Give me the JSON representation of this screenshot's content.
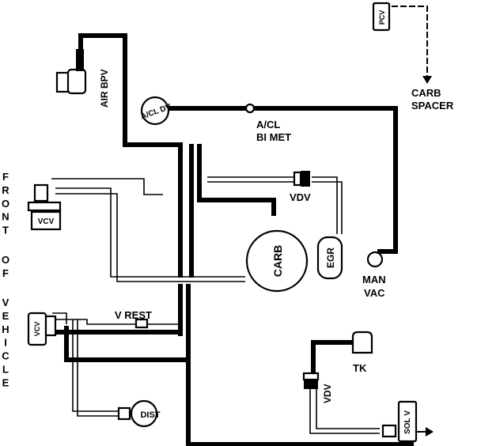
{
  "diagram": {
    "labels": {
      "air_bpv": "AIR BPV",
      "acl_dv": "A/CL DV",
      "carb_spacer_line1": "CARB",
      "carb_spacer_line2": "SPACER",
      "acl_bimet_line1": "A/CL",
      "acl_bimet_line2": "BI MET",
      "vdv_top": "VDV",
      "carb": "CARB",
      "egr": "EGR",
      "man_vac_line1": "MAN",
      "man_vac_line2": "VAC",
      "v_rest": "V REST",
      "tk": "TK",
      "vdv_bottom": "VDV",
      "sol_v": "SOL V",
      "dist": "DIST",
      "pcv": "PCV",
      "vcv_upper": "VCV",
      "vcv_lower": "VCV",
      "side_front": "FRONT",
      "side_of": "OF",
      "side_vehicle": "VEHICLE"
    },
    "colors": {
      "ink": "#000000",
      "paper": "#ffffff"
    }
  }
}
